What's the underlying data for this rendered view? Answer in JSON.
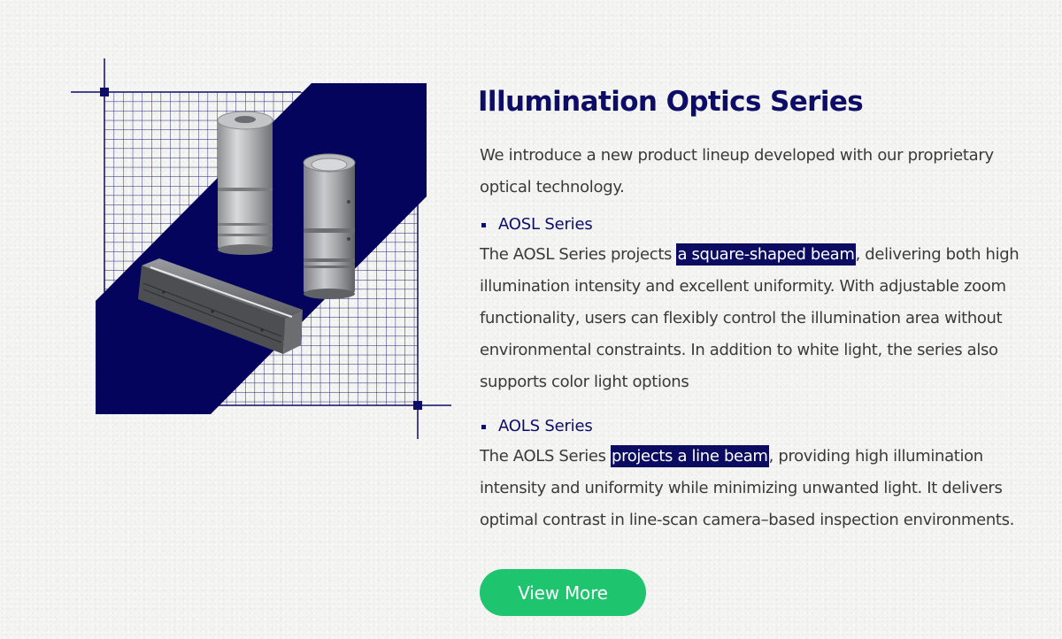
{
  "section": {
    "title": "Illumination Optics Series",
    "intro": "We introduce a new product lineup developed with our proprietary optical technology.",
    "series": [
      {
        "name": "AOSL Series",
        "desc_before": "The AOSL Series projects ",
        "highlight": "a square-shaped beam",
        "desc_after": ", delivering both high illumination intensity and excellent uniformity. With adjustable zoom functionality, users can flexibly control the illumination area without environmental constraints. In addition to white light, the series also supports color light options"
      },
      {
        "name": "AOLS Series",
        "desc_before": "The AOLS Series ",
        "highlight": "projects a line beam",
        "desc_after": ", providing high illumination intensity and uniformity while minimizing unwanted light. It delivers optimal contrast in line-scan camera–based inspection environments."
      }
    ],
    "cta_label": "View More"
  },
  "colors": {
    "navy": "#0d0d68",
    "highlight_bg": "#0b0b62",
    "button_green": "#1fc46f",
    "body_text": "#3a3a3a"
  }
}
